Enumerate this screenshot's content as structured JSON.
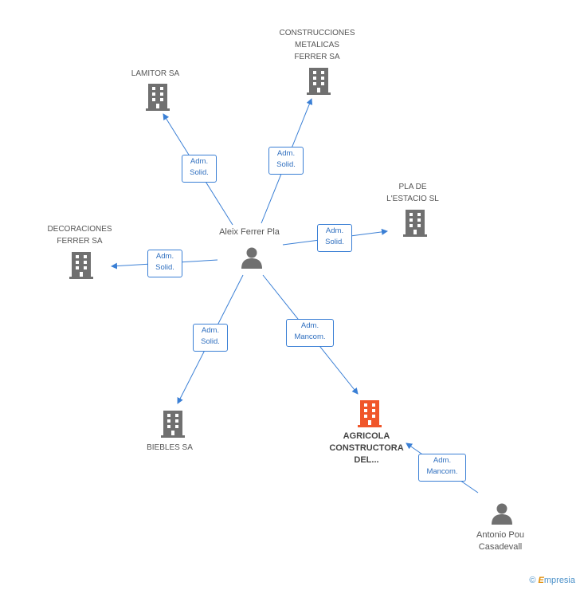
{
  "nodes": {
    "lamitor": {
      "label_lines": [
        "LAMITOR SA"
      ]
    },
    "construcciones": {
      "label_lines": [
        "CONSTRUCCIONES",
        "METALICAS",
        "FERRER SA"
      ]
    },
    "pla_estacio": {
      "label_lines": [
        "PLA DE",
        "L'ESTACIO SL"
      ]
    },
    "decoraciones": {
      "label_lines": [
        "DECORACIONES",
        "FERRER SA"
      ]
    },
    "biebles": {
      "label_lines": [
        "BIEBLES SA"
      ]
    },
    "agricola": {
      "label_lines": [
        "AGRICOLA",
        "CONSTRUCTORA",
        "DEL..."
      ]
    },
    "aleix": {
      "label_lines": [
        "Aleix Ferrer Pla"
      ]
    },
    "antonio": {
      "label_lines": [
        "Antonio Pou",
        "Casadevall"
      ]
    }
  },
  "edges": {
    "e1": {
      "lines": [
        "Adm.",
        "Solid."
      ]
    },
    "e2": {
      "lines": [
        "Adm.",
        "Solid."
      ]
    },
    "e3": {
      "lines": [
        "Adm.",
        "Solid."
      ]
    },
    "e4": {
      "lines": [
        "Adm.",
        "Solid."
      ]
    },
    "e5": {
      "lines": [
        "Adm.",
        "Solid."
      ]
    },
    "e6": {
      "lines": [
        "Adm.",
        "Mancom."
      ]
    },
    "e7": {
      "lines": [
        "Adm.",
        "Mancom."
      ]
    }
  },
  "footer": {
    "copyright": "©",
    "brand_initial": "E",
    "brand_rest": "mpresia"
  },
  "colors": {
    "edge": "#3a7fd5",
    "company": "#707070",
    "highlight": "#f0562a",
    "person": "#707070"
  }
}
